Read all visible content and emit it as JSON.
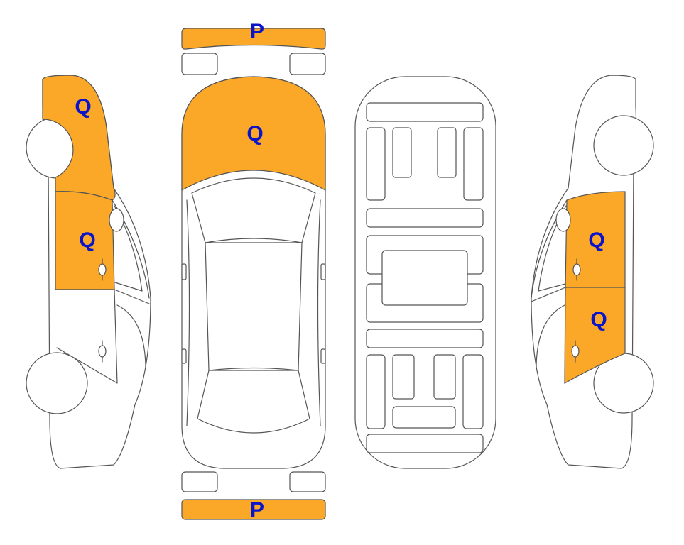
{
  "colors": {
    "damage_fill": "#FBA829",
    "label_text": "#0A14C8",
    "outline": "#555555",
    "background": "#FFFFFF"
  },
  "labels": {
    "front_bumper": "P",
    "rear_bumper": "P",
    "hood": "Q",
    "left_front_fender": "Q",
    "left_front_door": "Q",
    "right_front_door": "Q",
    "right_rear_door": "Q"
  }
}
